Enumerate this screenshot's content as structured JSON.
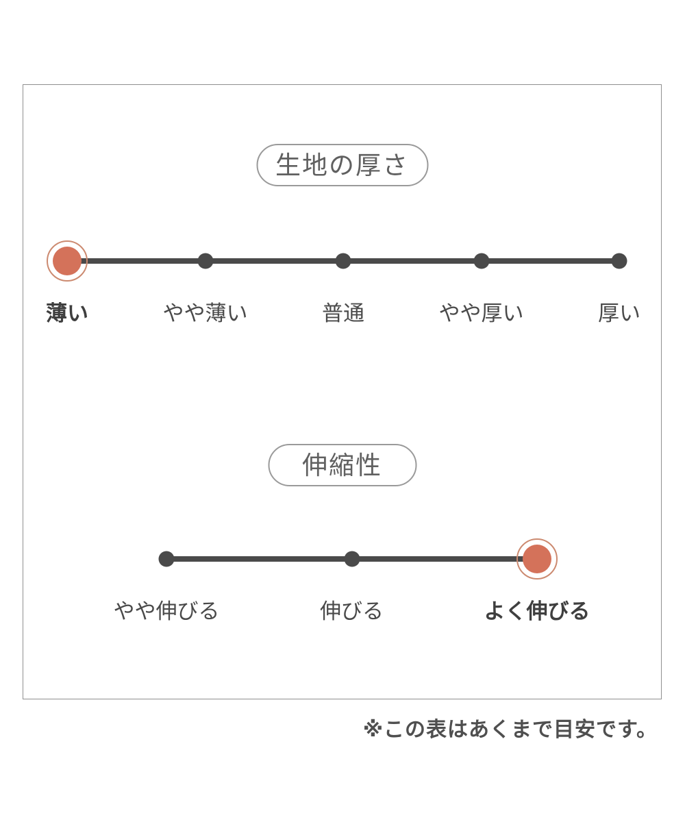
{
  "note": {
    "text": "※この表はあくまで目安です。"
  },
  "colors": {
    "accent": "#d4725a",
    "accent_ring": "#cc8a70",
    "line": "#4a4a4a",
    "text": "#4a4a4a",
    "panel_border": "#8f8f8f"
  },
  "chart_data": [
    {
      "type": "scale",
      "title": "生地の厚さ",
      "categories": [
        "薄い",
        "やや薄い",
        "普通",
        "やや厚い",
        "厚い"
      ],
      "selected": "薄い",
      "selected_index": 0,
      "num_steps": 5,
      "legend_position": "none",
      "grid": false
    },
    {
      "type": "scale",
      "title": "伸縮性",
      "categories": [
        "やや伸びる",
        "伸びる",
        "よく伸びる"
      ],
      "selected": "よく伸びる",
      "selected_index": 2,
      "num_steps": 3,
      "legend_position": "none",
      "grid": false
    }
  ]
}
